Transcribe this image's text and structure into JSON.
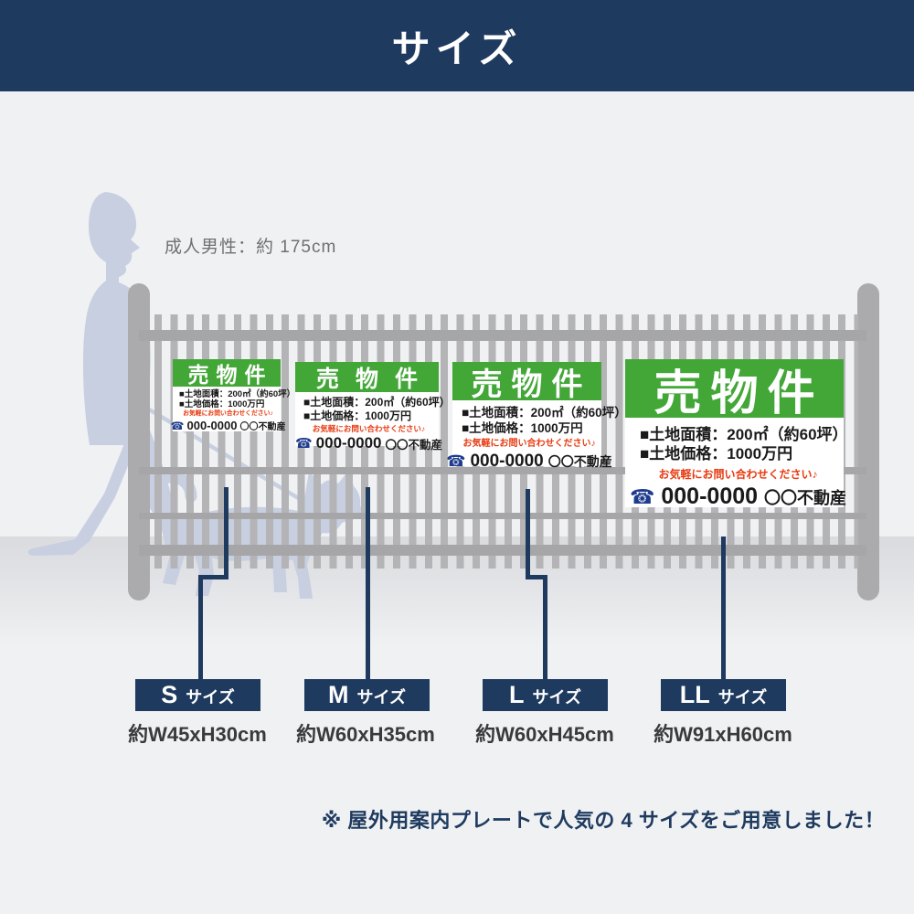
{
  "header": {
    "title": "サイズ"
  },
  "reference": {
    "label": "成人男性：約 175cm"
  },
  "sign_template": {
    "title": "売物件",
    "line_area": "■土地面積：200㎡（約60坪）",
    "line_price": "■土地価格：1000万円",
    "contact": "お気軽にお問い合わせください♪",
    "phone_icon_glyph": "☎",
    "phone": "000-0000",
    "company": "〇〇不動産"
  },
  "sizes": [
    {
      "id": "S",
      "label_letter": "S",
      "label_suffix": "サイズ",
      "dimensions": "約W45xH30cm"
    },
    {
      "id": "M",
      "label_letter": "M",
      "label_suffix": "サイズ",
      "dimensions": "約W60xH35cm"
    },
    {
      "id": "L",
      "label_letter": "L",
      "label_suffix": "サイズ",
      "dimensions": "約W60xH45cm"
    },
    {
      "id": "LL",
      "label_letter": "LL",
      "label_suffix": "サイズ",
      "dimensions": "約W91xH60cm"
    }
  ],
  "note": "※ 屋外用案内プレートで人気の 4 サイズをご用意しました！",
  "colors": {
    "header_navy": "#1e3a5f",
    "sign_green": "#43a738",
    "contact_red": "#e8390f",
    "phone_blue": "#1e3c8e",
    "silhouette": "#c8cfe1",
    "fence_gray": "#ababae",
    "background": "#f0f1f3"
  }
}
